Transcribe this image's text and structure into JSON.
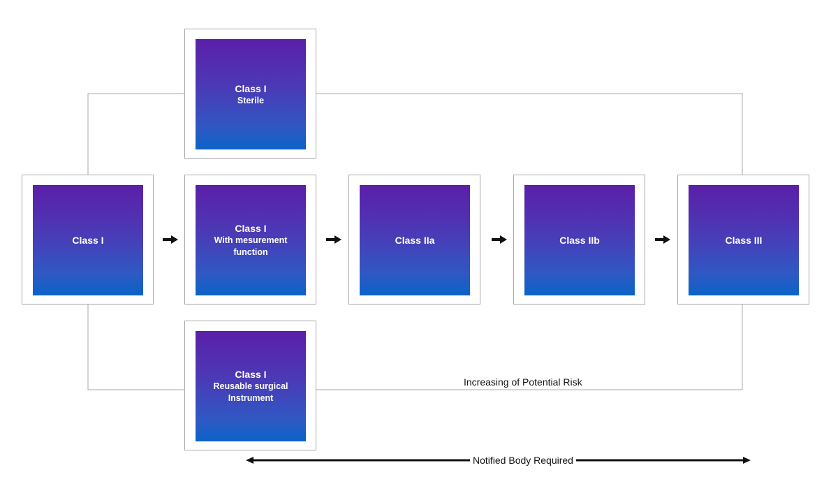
{
  "boxes": {
    "class_i": {
      "title": "Class I",
      "sub": ""
    },
    "class_i_sterile": {
      "title": "Class I",
      "sub": "Sterile"
    },
    "class_i_measurement": {
      "title": "Class I",
      "sub": "With mesurement\nfunction"
    },
    "class_i_reusable": {
      "title": "Class I",
      "sub": "Reusable surgical\nInstrument"
    },
    "class_iia": {
      "title": "Class IIa",
      "sub": ""
    },
    "class_iib": {
      "title": "Class IIb",
      "sub": ""
    },
    "class_iii": {
      "title": "Class III",
      "sub": ""
    }
  },
  "labels": {
    "risk": "Increasing of Potential Risk",
    "notified_body": "Notified Body Required"
  },
  "colors": {
    "tile_top": "#5b1fa8",
    "tile_bottom": "#0a63c8",
    "connector": "#a8a8a8",
    "arrow": "#111111"
  }
}
